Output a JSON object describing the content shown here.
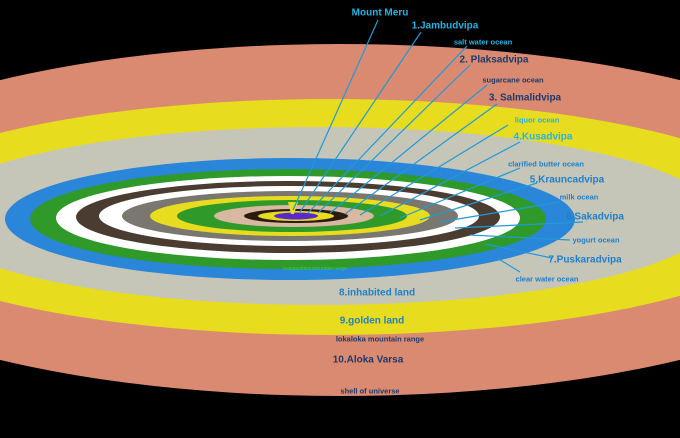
{
  "title": "Mount Meru",
  "labels": {
    "mount_meru": "Mount Meru",
    "jambudvipa": "1.Jambudvipa",
    "salt_water_ocean": "salt water ocean",
    "plaksadvipa": "2. Plaksadvipa",
    "sugarcane_ocean": "sugarcane ocean",
    "salmalidvipa": "3. Salmalidvipa",
    "liquor_ocean": "liquor ocean",
    "kusadvipa": "4.Kusadvipa",
    "clarified_butter_ocean": "clarified butter ocean",
    "krauncadvipa": "5.Krauncadvipa",
    "milk_ocean": "milk ocean",
    "sakadvipa": "6.Sakadvipa",
    "yogurt_ocean": "yogurt ocean",
    "puskaradvipa": "7.Puskaradvipa",
    "clear_water_ocean": "clear water ocean",
    "manasottara": "manasottara mountain range",
    "inhabited_land": "8.inhabited land",
    "golden_land": "9.golden land",
    "lokaloka": "lokaloka mountain range",
    "aloka_varsa": "10.Aloka Varsa",
    "shell": "shell of universe"
  },
  "colors": {
    "salmon": "#d98a70",
    "yellow": "#e8dc1e",
    "gray": "#c6c6b8",
    "blue": "#2a86d8",
    "green": "#2f9a2a",
    "white": "#ffffff",
    "brown": "#4a3c30",
    "tan": "#d8b8a0",
    "purple": "#5a2ac8",
    "line": "#1f9ad8"
  }
}
